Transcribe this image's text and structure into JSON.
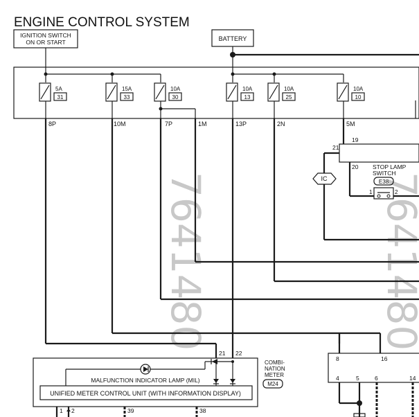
{
  "title": "ENGINE CONTROL SYSTEM",
  "ignition_switch": {
    "line1": "IGNITION SWITCH",
    "line2": "ON OR START"
  },
  "battery": "BATTERY",
  "fuses": [
    {
      "amp": "5A",
      "num": "31"
    },
    {
      "amp": "15A",
      "num": "33"
    },
    {
      "amp": "10A",
      "num": "30"
    },
    {
      "amp": "10A",
      "num": "13"
    },
    {
      "amp": "10A",
      "num": "25"
    },
    {
      "amp": "10A",
      "num": "10"
    }
  ],
  "terminals": [
    "8P",
    "10M",
    "7P",
    "1M",
    "13P",
    "2N",
    "5M"
  ],
  "stop_lamp": {
    "pin_19": "19",
    "pin_21": "21",
    "pin_20": "20",
    "label1": "STOP LAMP",
    "label2": "SWITCH",
    "connector": "E38",
    "pin_1": "1",
    "pin_2": "2"
  },
  "ic_tag": "IC",
  "combination_meter": {
    "label1": "COMBI-",
    "label2": "NATION",
    "label3": "METER",
    "connector": "M24",
    "pin_21": "21",
    "pin_22": "22",
    "mil_label": "MALFUNCTION INDICATOR LAMP (MIL)",
    "unit_label": "UNIFIED METER CONTROL UNIT (WITH INFORMATION DISPLAY)",
    "bottom_pins": [
      "1",
      "2",
      "39",
      "38"
    ]
  },
  "ecm_pins": {
    "top": [
      "8",
      "16"
    ],
    "bottom": [
      "4",
      "5",
      "6",
      "14"
    ]
  },
  "watermark_left": "7641480",
  "watermark_right": "7641480"
}
